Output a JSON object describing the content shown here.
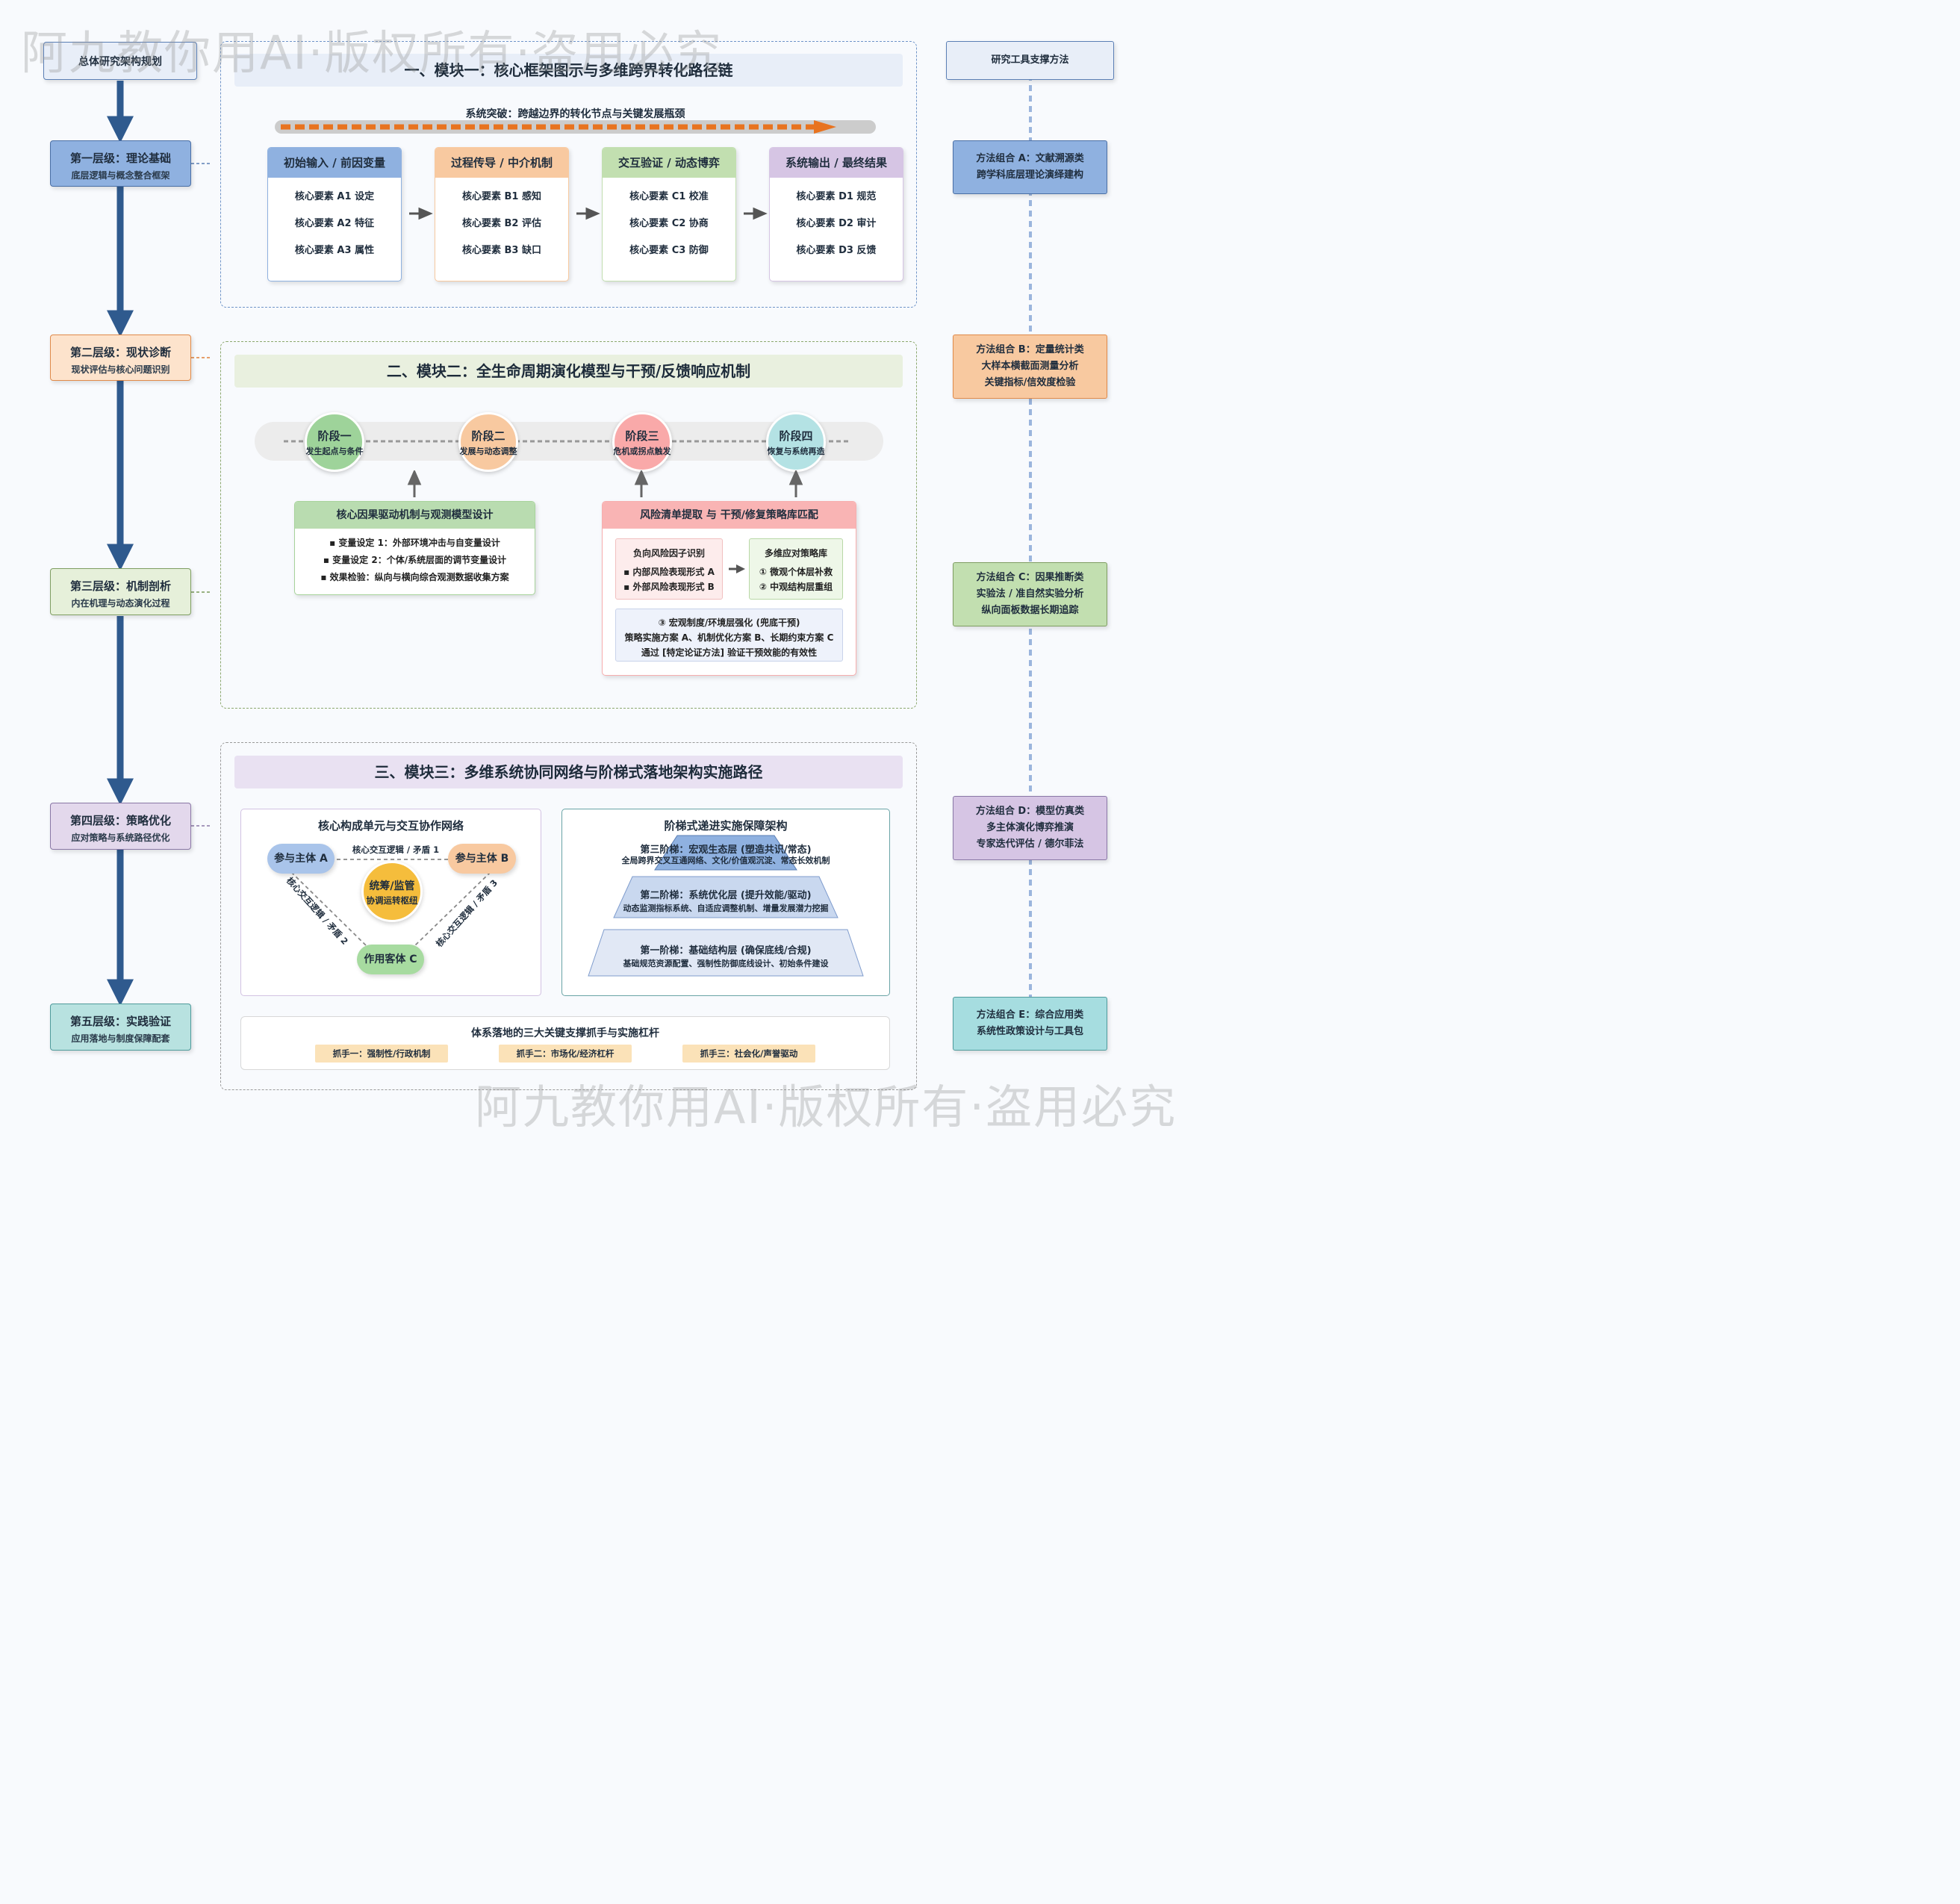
{
  "watermark": "阿九教你用AI·版权所有·盗用必究",
  "left_header": "总体研究架构规划",
  "right_header": "研究工具支撑方法",
  "levels": [
    {
      "title": "第一层级：理论基础",
      "sub": "底层逻辑与概念整合框架"
    },
    {
      "title": "第二层级：现状诊断",
      "sub": "现状评估与核心问题识别"
    },
    {
      "title": "第三层级：机制剖析",
      "sub": "内在机理与动态演化过程"
    },
    {
      "title": "第四层级：策略优化",
      "sub": "应对策略与系统路径优化"
    },
    {
      "title": "第五层级：实践验证",
      "sub": "应用落地与制度保障配套"
    }
  ],
  "methods": [
    {
      "lines": [
        "方法组合 A：文献溯源类",
        "跨学科底层理论演绎建构"
      ]
    },
    {
      "lines": [
        "方法组合 B：定量统计类",
        "大样本横截面测量分析",
        "关键指标/信效度检验"
      ]
    },
    {
      "lines": [
        "方法组合 C：因果推断类",
        "实验法 / 准自然实验分析",
        "纵向面板数据长期追踪"
      ]
    },
    {
      "lines": [
        "方法组合 D：模型仿真类",
        "多主体演化博弈推演",
        "专家迭代评估 / 德尔菲法"
      ]
    },
    {
      "lines": [
        "方法组合 E：综合应用类",
        "系统性政策设计与工具包"
      ]
    }
  ],
  "module1": {
    "title": "一、模块一：核心框架图示与多维跨界转化路径链",
    "bar_label": "系统突破：跨越边界的转化节点与关键发展瓶颈",
    "cards": [
      {
        "title": "初始输入 / 前因变量",
        "items": [
          "核心要素 A1 设定",
          "核心要素 A2 特征",
          "核心要素 A3 属性"
        ]
      },
      {
        "title": "过程传导 / 中介机制",
        "items": [
          "核心要素 B1 感知",
          "核心要素 B2 评估",
          "核心要素 B3 缺口"
        ]
      },
      {
        "title": "交互验证 / 动态博弈",
        "items": [
          "核心要素 C1 校准",
          "核心要素 C2 协商",
          "核心要素 C3 防御"
        ]
      },
      {
        "title": "系统输出 / 最终结果",
        "items": [
          "核心要素 D1 规范",
          "核心要素 D2 审计",
          "核心要素 D3 反馈"
        ]
      }
    ]
  },
  "module2": {
    "title": "二、模块二：全生命周期演化模型与干预/反馈响应机制",
    "stages": [
      {
        "name": "阶段一",
        "desc": "发生起点与条件"
      },
      {
        "name": "阶段二",
        "desc": "发展与动态调整"
      },
      {
        "name": "阶段三",
        "desc": "危机或拐点触发"
      },
      {
        "name": "阶段四",
        "desc": "恢复与系统再造"
      }
    ],
    "causal": {
      "title": "核心因果驱动机制与观测模型设计",
      "items": [
        "▪ 变量设定 1：外部环境冲击与自变量设计",
        "▪ 变量设定 2：个体/系统层面的调节变量设计",
        "▪ 效果检验：纵向与横向综合观测数据收集方案"
      ]
    },
    "risk": {
      "title": "风险清单提取 与 干预/修复策略库匹配",
      "neg_title": "负向风险因子识别",
      "neg_items": [
        "▪ 内部风险表现形式 A",
        "▪ 外部风险表现形式 B"
      ],
      "lib_title": "多维应对策略库",
      "lib_items": [
        "① 微观个体层补救",
        "② 中观结构层重组"
      ],
      "macro": [
        "③ 宏观制度/环境层强化 (兜底干预)",
        "策略实施方案 A、机制优化方案 B、长期约束方案 C",
        "通过 [特定论证方法] 验证干预效能的有效性"
      ]
    }
  },
  "module3": {
    "title": "三、模块三：多维系统协同网络与阶梯式落地架构实施路径",
    "network": {
      "title": "核心构成单元与交互协作网络",
      "a": "参与主体 A",
      "b": "参与主体 B",
      "c": "作用客体 C",
      "center1": "统筹/监管",
      "center2": "协调运转枢纽",
      "e1": "核心交互逻辑 / 矛盾 1",
      "e2": "核心交互逻辑 / 矛盾 2",
      "e3": "核心交互逻辑 / 矛盾 3"
    },
    "ladder": {
      "title": "阶梯式递进实施保障架构",
      "tiers": [
        {
          "title": "第三阶梯：宏观生态层 (塑造共识/常态)",
          "desc": "全局跨界交叉互通网络、文化/价值观沉淀、常态长效机制"
        },
        {
          "title": "第二阶梯：系统优化层 (提升效能/驱动)",
          "desc": "动态监测指标系统、自适应调整机制、增量发展潜力挖掘"
        },
        {
          "title": "第一阶梯：基础结构层 (确保底线/合规)",
          "desc": "基础规范资源配置、强制性防御底线设计、初始条件建设"
        }
      ]
    },
    "levers": {
      "title": "体系落地的三大关键支撑抓手与实施杠杆",
      "items": [
        "抓手一：强制性/行政机制",
        "抓手二：市场化/经济杠杆",
        "抓手三：社会化/声誉驱动"
      ]
    }
  },
  "colors": {
    "blue": "#8fb1e0",
    "orange": "#f8c9a0",
    "green": "#c2dfb0",
    "purple": "#d6c5e4",
    "teal": "#a6dde0",
    "dark_blue": "#2f5a8e"
  }
}
